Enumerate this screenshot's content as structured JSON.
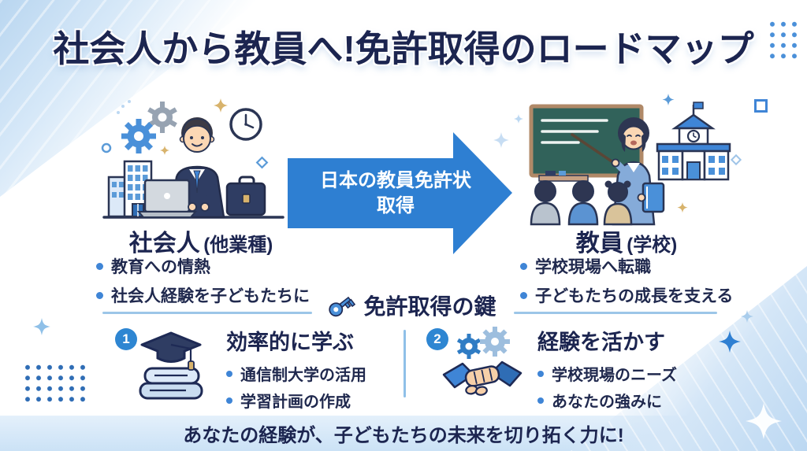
{
  "title": "社会人から教員へ!免許取得のロードマップ",
  "flow": {
    "from": {
      "illustration": "office-worker-illustration",
      "label": "社会人",
      "suffix": "(他業種)",
      "bullets": [
        "教育への情熱",
        "社会人経験を子どもたちに"
      ]
    },
    "arrow": {
      "label_line1": "日本の教員免許状",
      "label_line2": "取得"
    },
    "to": {
      "illustration": "teacher-classroom-illustration",
      "label": "教員",
      "suffix": "(学校)",
      "bullets": [
        "学校現場へ転職",
        "子どもたちの成長を支える"
      ]
    }
  },
  "key_section": {
    "icon": "key-icon",
    "heading": "免許取得の鍵",
    "items": [
      {
        "number": "1",
        "icon": "graduation-cap-books-icon",
        "title": "効率的に学ぶ",
        "bullets": [
          "通信制大学の活用",
          "学習計画の作成"
        ]
      },
      {
        "number": "2",
        "icon": "gears-handshake-icon",
        "title": "経験を活かす",
        "bullets": [
          "学校現場のニーズ",
          "あなたの強みに"
        ]
      }
    ]
  },
  "footer": {
    "message": "あなたの経験が、子どもたちの未来を切り拓く力に!"
  },
  "colors": {
    "title_text": "#1c2550",
    "accent_blue": "#2e7fd2",
    "light_blue": "#9cc6e8",
    "band_blue": "#cbe2f6",
    "gold": "#d8b36c"
  }
}
